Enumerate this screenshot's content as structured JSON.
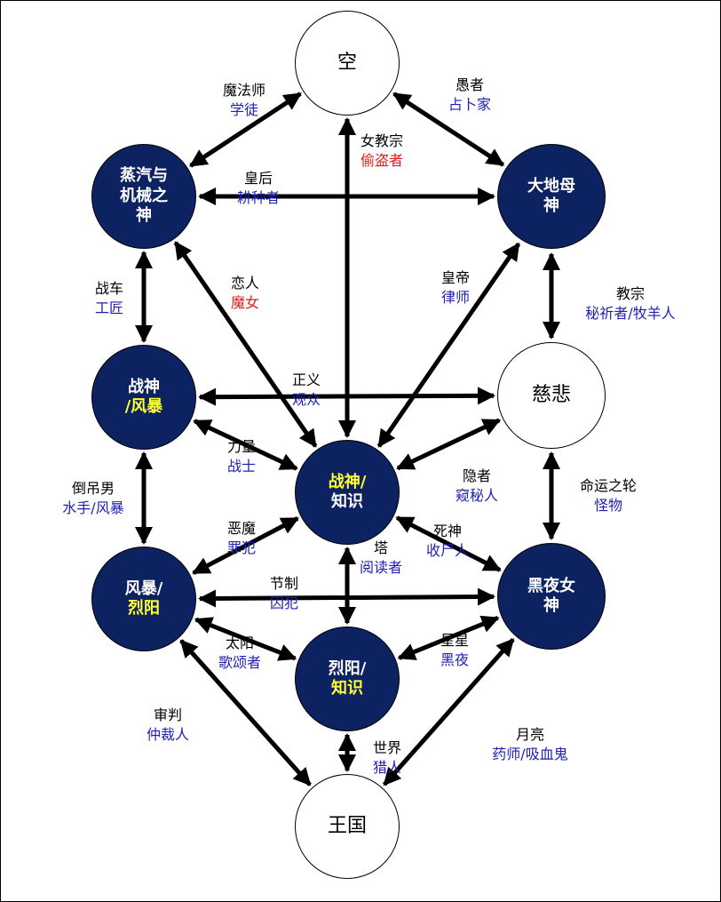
{
  "colors": {
    "node_dark": "#0d2260",
    "highlight": "#ffff33",
    "sub_blue": "#1f1fb4",
    "sub_red": "#e01b1b"
  },
  "nodes": {
    "kong": {
      "lines": [
        "空"
      ]
    },
    "zhengqi": {
      "lines": [
        "蒸汽与",
        "机械之",
        "神"
      ]
    },
    "dadi": {
      "lines": [
        "大地母",
        "神"
      ]
    },
    "zhanshen": {
      "lines": [
        "战神",
        "/风暴"
      ]
    },
    "cibei": {
      "lines": [
        "慈悲"
      ]
    },
    "center": {
      "lines": [
        "战神/",
        "知识"
      ]
    },
    "fengbao": {
      "lines": [
        "风暴/",
        "烈阳"
      ]
    },
    "heiye": {
      "lines": [
        "黑夜女",
        "神"
      ]
    },
    "lieyang": {
      "lines": [
        "烈阳/",
        "知识"
      ]
    },
    "wangguo": {
      "lines": [
        "王国"
      ]
    }
  },
  "labels": {
    "mofashi": {
      "card": "魔法师",
      "path": "学徒"
    },
    "yuzhe": {
      "card": "愚者",
      "path": "占卜家"
    },
    "nvjiaozong": {
      "card": "女教宗",
      "path": "偷盗者"
    },
    "huanghou": {
      "card": "皇后",
      "path": "耕种者"
    },
    "zhanche": {
      "card": "战车",
      "path": "工匠"
    },
    "lianren": {
      "card": "恋人",
      "path": "魔女"
    },
    "huangdi": {
      "card": "皇帝",
      "path": "律师"
    },
    "jiaozong": {
      "card": "教宗",
      "path": "秘祈者/牧羊人"
    },
    "zhengyi": {
      "card": "正义",
      "path": "观众"
    },
    "liliang": {
      "card": "力量",
      "path": "战士"
    },
    "yinzhe": {
      "card": "隐者",
      "path": "窥秘人"
    },
    "daodiaonan": {
      "card": "倒吊男",
      "path": "水手/风暴"
    },
    "mingyun": {
      "card": "命运之轮",
      "path": "怪物"
    },
    "emo": {
      "card": "恶魔",
      "path": "罪犯"
    },
    "ta": {
      "card": "塔",
      "path": "阅读者"
    },
    "sishen": {
      "card": "死神",
      "path": "收尸人"
    },
    "jiezhi": {
      "card": "节制",
      "path": "囚犯"
    },
    "taiyang": {
      "card": "太阳",
      "path": "歌颂者"
    },
    "xingxing": {
      "card": "星星",
      "path": "黑夜"
    },
    "shenpan": {
      "card": "审判",
      "path": "仲裁人"
    },
    "shijie": {
      "card": "世界",
      "path": "猎人"
    },
    "yueliang": {
      "card": "月亮",
      "path": "药师/吸血鬼"
    }
  }
}
